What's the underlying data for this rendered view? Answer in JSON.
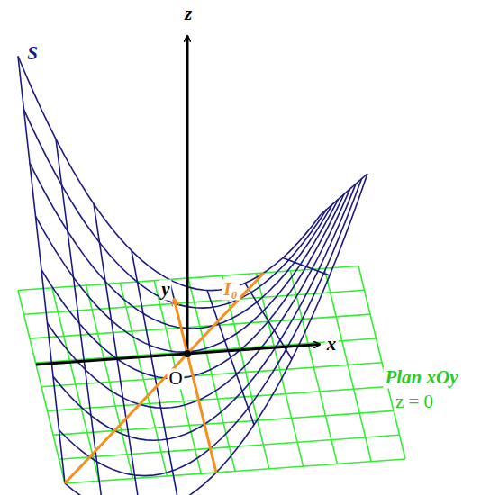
{
  "diagram": {
    "labels": [
      "S",
      "z",
      "y",
      "x",
      "O",
      "I₀",
      "Plan xOy",
      "z = 0"
    ]
  }
}
